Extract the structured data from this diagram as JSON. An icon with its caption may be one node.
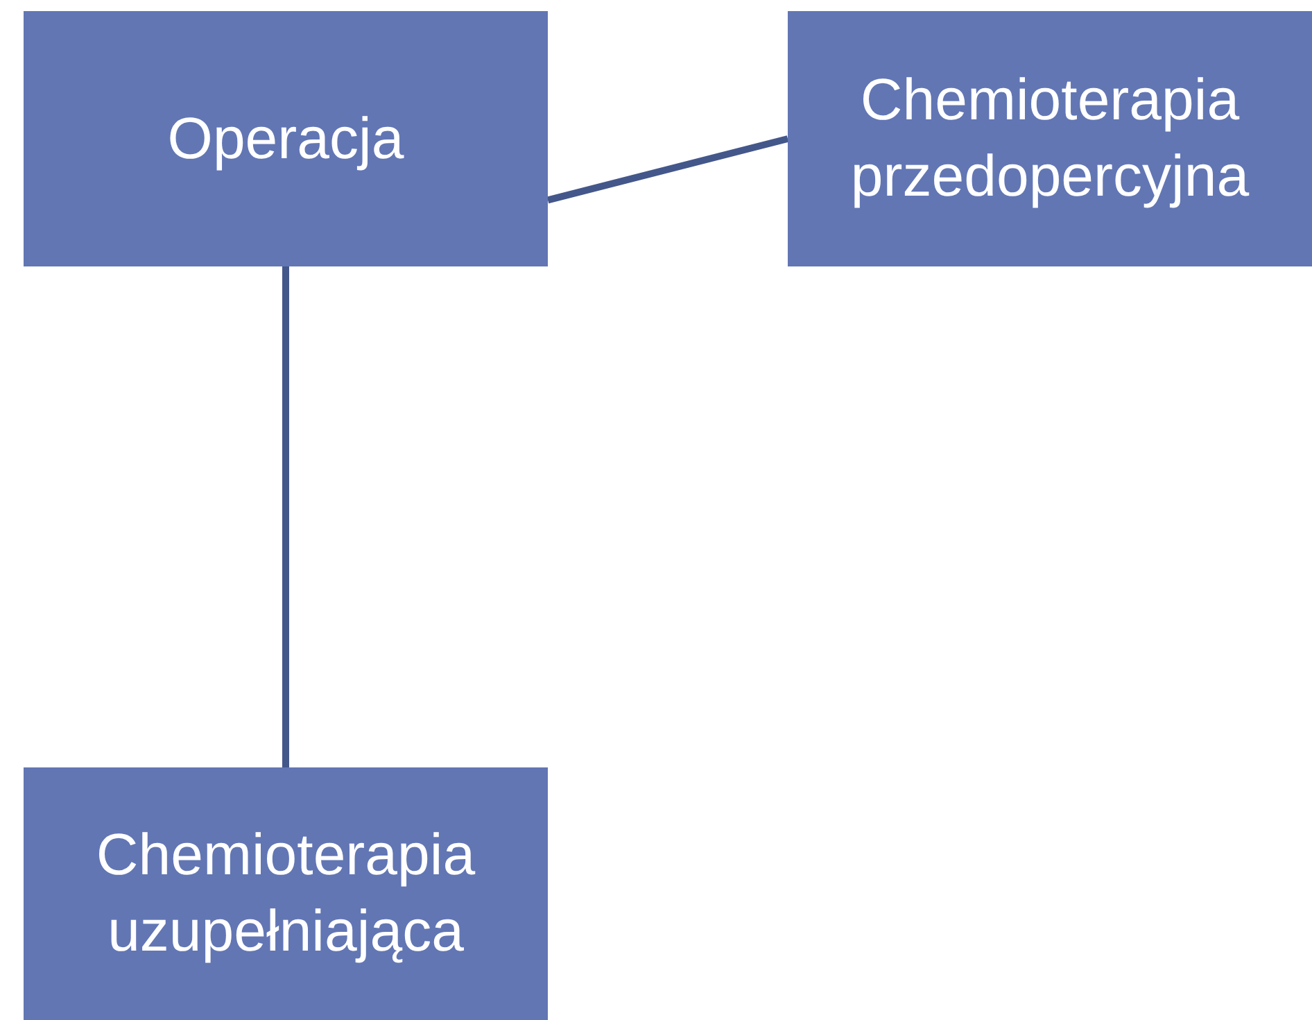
{
  "diagram": {
    "nodes": [
      {
        "text": [
          "Operacja"
        ]
      },
      {
        "text": [
          "Chemioterapia przedopercyjna"
        ]
      },
      {
        "text": [
          "Chemioterapia uzupełniająca"
        ]
      }
    ],
    "edges": [
      {
        "from": 0,
        "to": 1,
        "arrow": "none"
      },
      {
        "from": 0,
        "to": 2,
        "arrow": "none"
      }
    ]
  }
}
